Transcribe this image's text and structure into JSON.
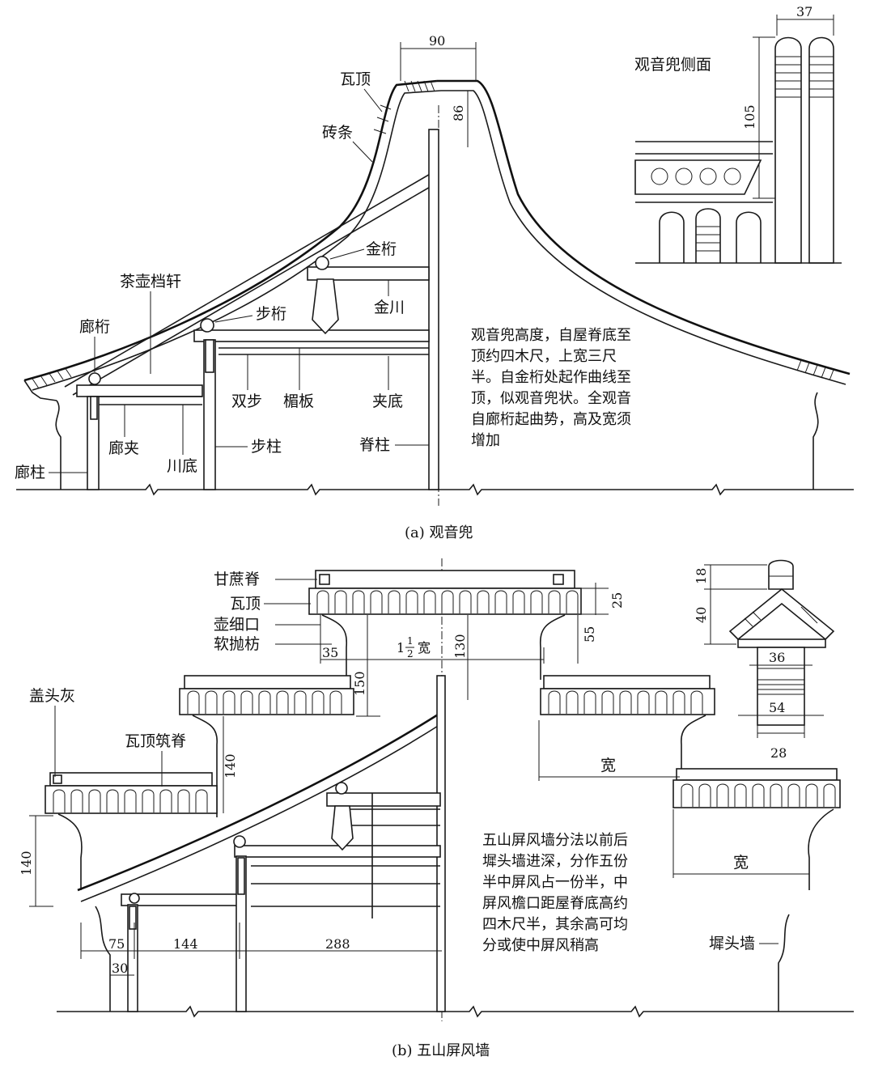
{
  "diagram_a": {
    "caption": "(a) 观音兜",
    "labels": {
      "wading": "瓦顶",
      "zhuantiao": "砖条",
      "chahu": "茶壶档轩",
      "langheng": "廊桁",
      "jinheng": "金桁",
      "jinchuan": "金川",
      "buheng": "步桁",
      "shuangbu": "双步",
      "meiban": "楣板",
      "jiadi": "夹底",
      "langjia": "廊夹",
      "chuandi": "川底",
      "buzhu": "步柱",
      "jizhu": "脊柱",
      "langzhu": "廊柱"
    },
    "dims": {
      "top_width": "90",
      "height": "86"
    },
    "note_lines": [
      "观音兜高度，自屋脊底至",
      "顶约四木尺，上宽三尺",
      "半。自金桁处起作曲线至",
      "顶，似观音兜状。全观音",
      "自廊桁起曲势，高及宽须",
      "增加"
    ],
    "inset": {
      "title": "观音兜侧面",
      "dim_width": "37",
      "dim_height": "105"
    }
  },
  "diagram_b": {
    "caption": "(b) 五山屏风墙",
    "labels": {
      "ganzheji": "甘蔗脊",
      "wading": "瓦顶",
      "huxikou": "壶细口",
      "ruanpaofang": "软抛枋",
      "gaitouhui": "盖头灰",
      "wadingzhuji": "瓦顶筑脊",
      "kuan_right": "宽",
      "kuan_low": "宽",
      "shantouqiang": "墀头墙"
    },
    "dims": {
      "d35": "35",
      "d_center": "1",
      "d_frac_num": "1",
      "d_frac_den": "2",
      "d_kuan": "宽",
      "d130": "130",
      "d150": "150",
      "d25": "25",
      "d55": "55",
      "d140a": "140",
      "d140b": "140",
      "d75": "75",
      "d144": "144",
      "d288": "288",
      "d30": "30"
    },
    "inset": {
      "d18": "18",
      "d40": "40",
      "d36": "36",
      "d54": "54",
      "d28": "28"
    },
    "note_lines": [
      "五山屏风墙分法以前后",
      "墀头墙进深，分作五份",
      "半中屏风占一份半，中",
      "屏风檐口距屋脊底高约",
      "四木尺半，其余高可均",
      "分或使中屏风稍高"
    ]
  }
}
